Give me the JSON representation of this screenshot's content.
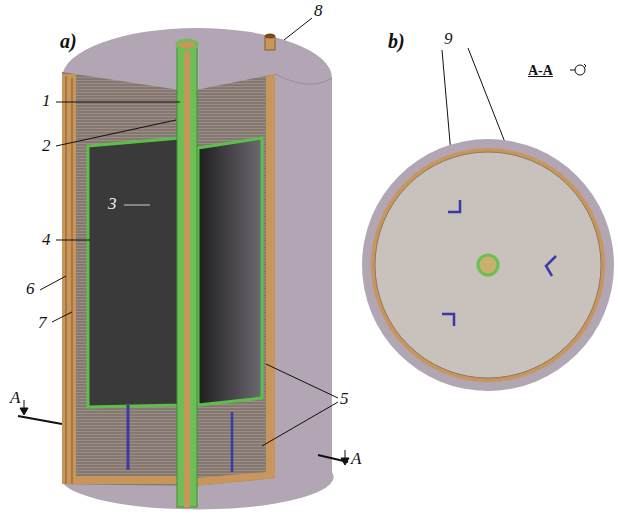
{
  "diagram": {
    "labels": [
      "a)",
      "8",
      "1",
      "2",
      "3",
      "4",
      "6",
      "7",
      "A",
      "5",
      "A",
      "b)",
      "9",
      "A-A"
    ]
  }
}
